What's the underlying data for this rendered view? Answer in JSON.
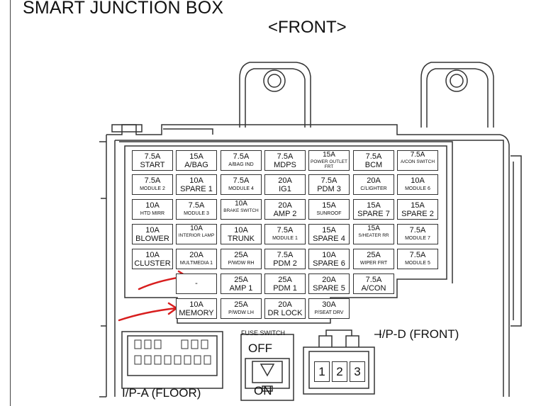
{
  "title": "SMART JUNCTION BOX",
  "front_label": "<FRONT>",
  "fuses": [
    {
      "amp": "7.5A",
      "name": "START"
    },
    {
      "amp": "15A",
      "name": "A/BAG"
    },
    {
      "amp": "7.5A",
      "name": "A/BAG IND"
    },
    {
      "amp": "7.5A",
      "name": "MDPS"
    },
    {
      "amp": "15A",
      "name": "POWER OUTLET FRT"
    },
    {
      "amp": "7.5A",
      "name": "BCM"
    },
    {
      "amp": "7.5A",
      "name": "A/CON SWITCH"
    },
    {
      "amp": "7.5A",
      "name": "MODULE 2"
    },
    {
      "amp": "10A",
      "name": "SPARE 1"
    },
    {
      "amp": "7.5A",
      "name": "MODULE 4"
    },
    {
      "amp": "20A",
      "name": "IG1"
    },
    {
      "amp": "7.5A",
      "name": "PDM 3"
    },
    {
      "amp": "20A",
      "name": "C/LIGHTER"
    },
    {
      "amp": "10A",
      "name": "MODULE 6"
    },
    {
      "amp": "10A",
      "name": "HTD MIRR"
    },
    {
      "amp": "7.5A",
      "name": "MODULE 3"
    },
    {
      "amp": "10A",
      "name": "BRAKE SWITCH"
    },
    {
      "amp": "20A",
      "name": "AMP 2"
    },
    {
      "amp": "15A",
      "name": "SUNROOF"
    },
    {
      "amp": "15A",
      "name": "SPARE 7"
    },
    {
      "amp": "15A",
      "name": "SPARE 2"
    },
    {
      "amp": "10A",
      "name": "BLOWER"
    },
    {
      "amp": "10A",
      "name": "INTERIOR LAMP"
    },
    {
      "amp": "10A",
      "name": "TRUNK"
    },
    {
      "amp": "7.5A",
      "name": "MODULE 1"
    },
    {
      "amp": "15A",
      "name": "SPARE 4"
    },
    {
      "amp": "15A",
      "name": "S/HEATER RR"
    },
    {
      "amp": "7.5A",
      "name": "MODULE 7"
    },
    {
      "amp": "10A",
      "name": "CLUSTER"
    },
    {
      "amp": "20A",
      "name": "MULTMEDIA 1"
    },
    {
      "amp": "25A",
      "name": "P/WDW RH"
    },
    {
      "amp": "7.5A",
      "name": "PDM 2"
    },
    {
      "amp": "10A",
      "name": "SPARE 6"
    },
    {
      "amp": "25A",
      "name": "WIPER FRT"
    },
    {
      "amp": "7.5A",
      "name": "MODULE 5"
    },
    {
      "amp": "",
      "name": "-"
    },
    {
      "amp": "25A",
      "name": "AMP 1"
    },
    {
      "amp": "25A",
      "name": "PDM 1"
    },
    {
      "amp": "20A",
      "name": "SPARE 5"
    },
    {
      "amp": "7.5A",
      "name": "A/CON"
    },
    {
      "amp": "10A",
      "name": "MEMORY"
    },
    {
      "amp": "25A",
      "name": "P/WDW LH"
    },
    {
      "amp": "20A",
      "name": "DR LOCK"
    },
    {
      "amp": "30A",
      "name": "P/SEAT DRV"
    }
  ],
  "connectors": {
    "ipa_label": "I/P-A (FLOOR)",
    "ipd_label": "I/P-D (FRONT)",
    "fuse_switch_label": "FUSE SWITCH",
    "off_label": "OFF",
    "on_label": "ON",
    "ipd_pins": [
      "1",
      "2",
      "3"
    ]
  },
  "colors": {
    "annotation_arrow": "#d81e1e",
    "line": "#333333"
  }
}
